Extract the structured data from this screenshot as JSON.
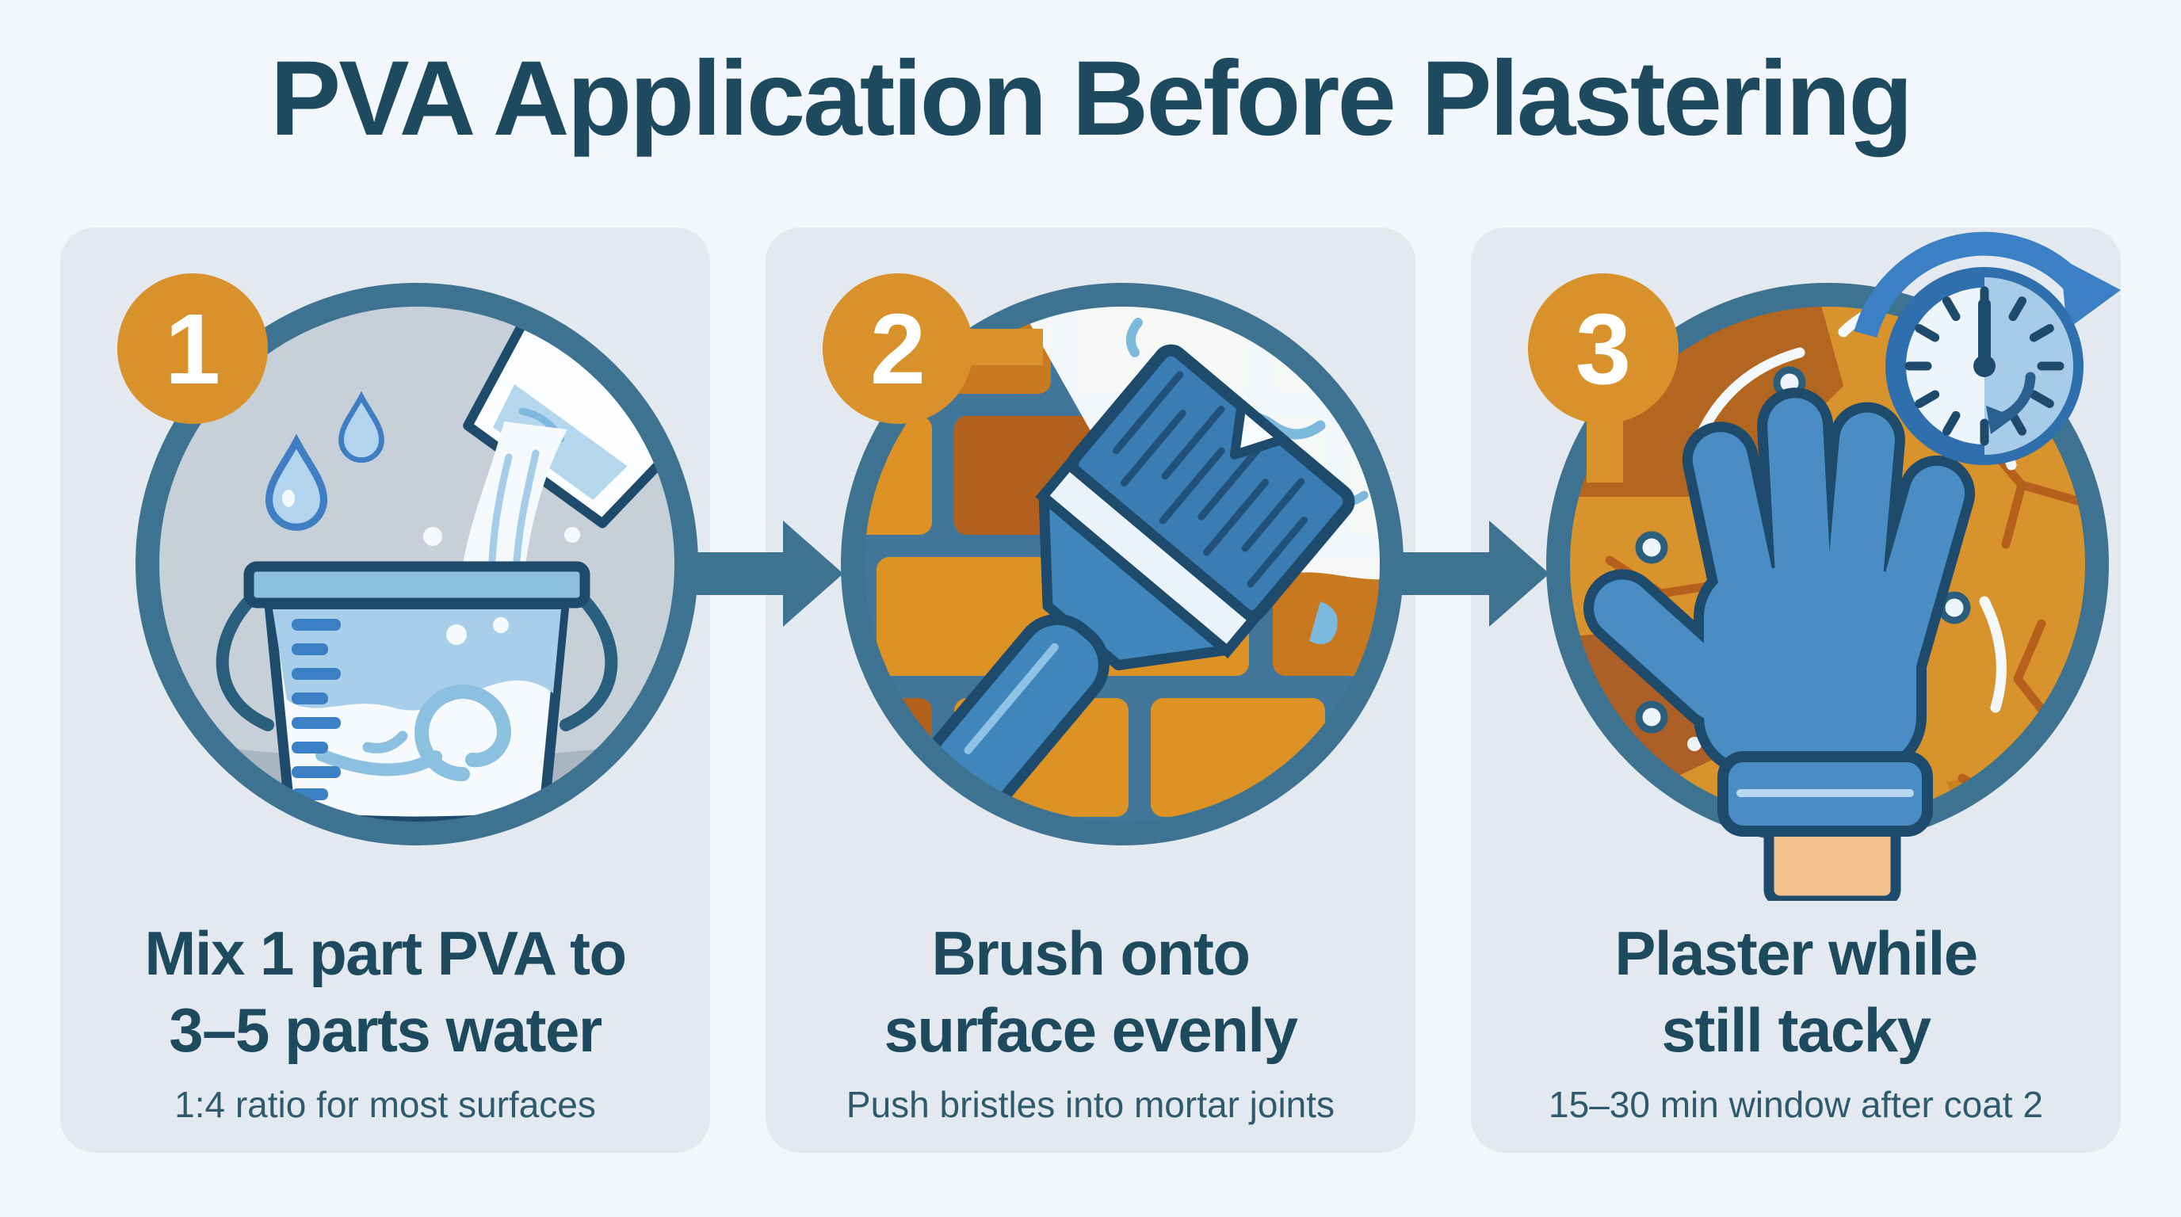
{
  "title": "PVA Application Before Plastering",
  "colors": {
    "page-bg": "#f3f6fa",
    "card-bg": "#e4e9ef",
    "heading": "#1d4a5e",
    "subtext": "#2d5a6d",
    "badge": "#d9912c",
    "badge-number": "#ffffff",
    "teal": "#3d7391",
    "outline": "#1e4a6b",
    "brick-orange": "#dd9226",
    "brick-dark": "#b2611c",
    "wall-orange": "#d9932c",
    "glove-blue": "#4a8cc4",
    "brush-blue": "#3a7cb4",
    "water-blue": "#7db8dd",
    "light-blue": "#a9cee9"
  },
  "icons": {
    "step_arrow": "right-arrow",
    "step1": "jug-pouring-water-into-mixing-bucket",
    "step2": "paintbrush-coating-brick-wall",
    "step3": "gloved-hand-touch-test-with-timer-clock"
  },
  "steps": [
    {
      "number": "1",
      "title_line1": "Mix 1 part PVA to",
      "title_line2": "3–5 parts water",
      "subtitle": "1:4 ratio for most surfaces"
    },
    {
      "number": "2",
      "title_line1": "Brush onto",
      "title_line2": "surface evenly",
      "subtitle": "Push bristles into mortar joints"
    },
    {
      "number": "3",
      "title_line1": "Plaster while",
      "title_line2": "still tacky",
      "subtitle": "15–30 min window after coat 2"
    }
  ]
}
